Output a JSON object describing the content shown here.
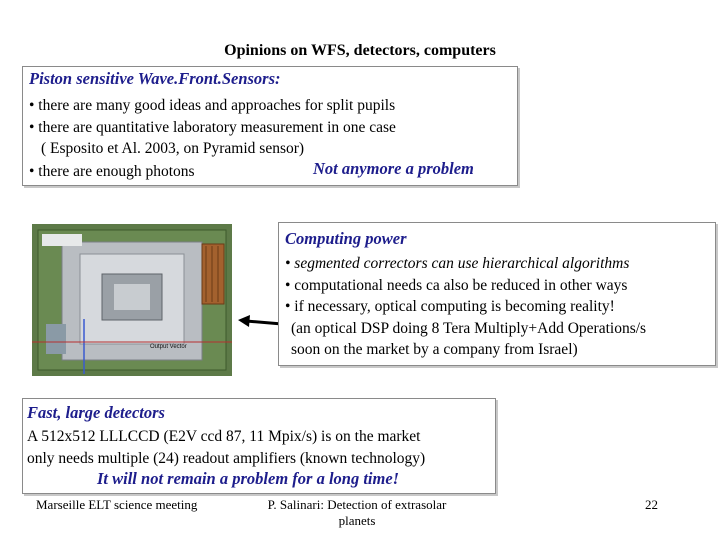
{
  "title": "Opinions on WFS, detectors, computers",
  "wfs_box": {
    "heading": "Piston sensitive Wave.Front.Sensors:",
    "lines": [
      "• there are many good ideas and approaches for split pupils",
      "• there are quantitative laboratory measurement in one case",
      "( Esposito et Al. 2003, on Pyramid sensor)",
      "• there are enough photons"
    ],
    "conclusion": "Not anymore a problem"
  },
  "computing_box": {
    "heading": "Computing power",
    "lines": [
      "• segmented correctors can use hierarchical algorithms",
      "• computational needs ca also be reduced in other ways",
      "• if necessary, optical computing is becoming reality!",
      "(an optical DSP doing 8 Tera Multiply+Add Operations/s",
      "soon on the market by a company from Israel)"
    ]
  },
  "photo": {
    "labels": [
      "Output Vector"
    ]
  },
  "detectors_box": {
    "heading": "Fast, large detectors",
    "lines": [
      "A 512x512 LLLCCD (E2V ccd 87, 11 Mpix/s) is on the market",
      "only needs multiple (24) readout amplifiers (known technology)"
    ],
    "conclusion": "It will not remain a problem for a long time!"
  },
  "footer": {
    "left": "Marseille ELT science meeting",
    "center_line1": "P. Salinari: Detection of extrasolar",
    "center_line2": "planets",
    "page": "22"
  },
  "colors": {
    "accent": "#1d1d8c",
    "box_border": "#8a8a8a"
  }
}
